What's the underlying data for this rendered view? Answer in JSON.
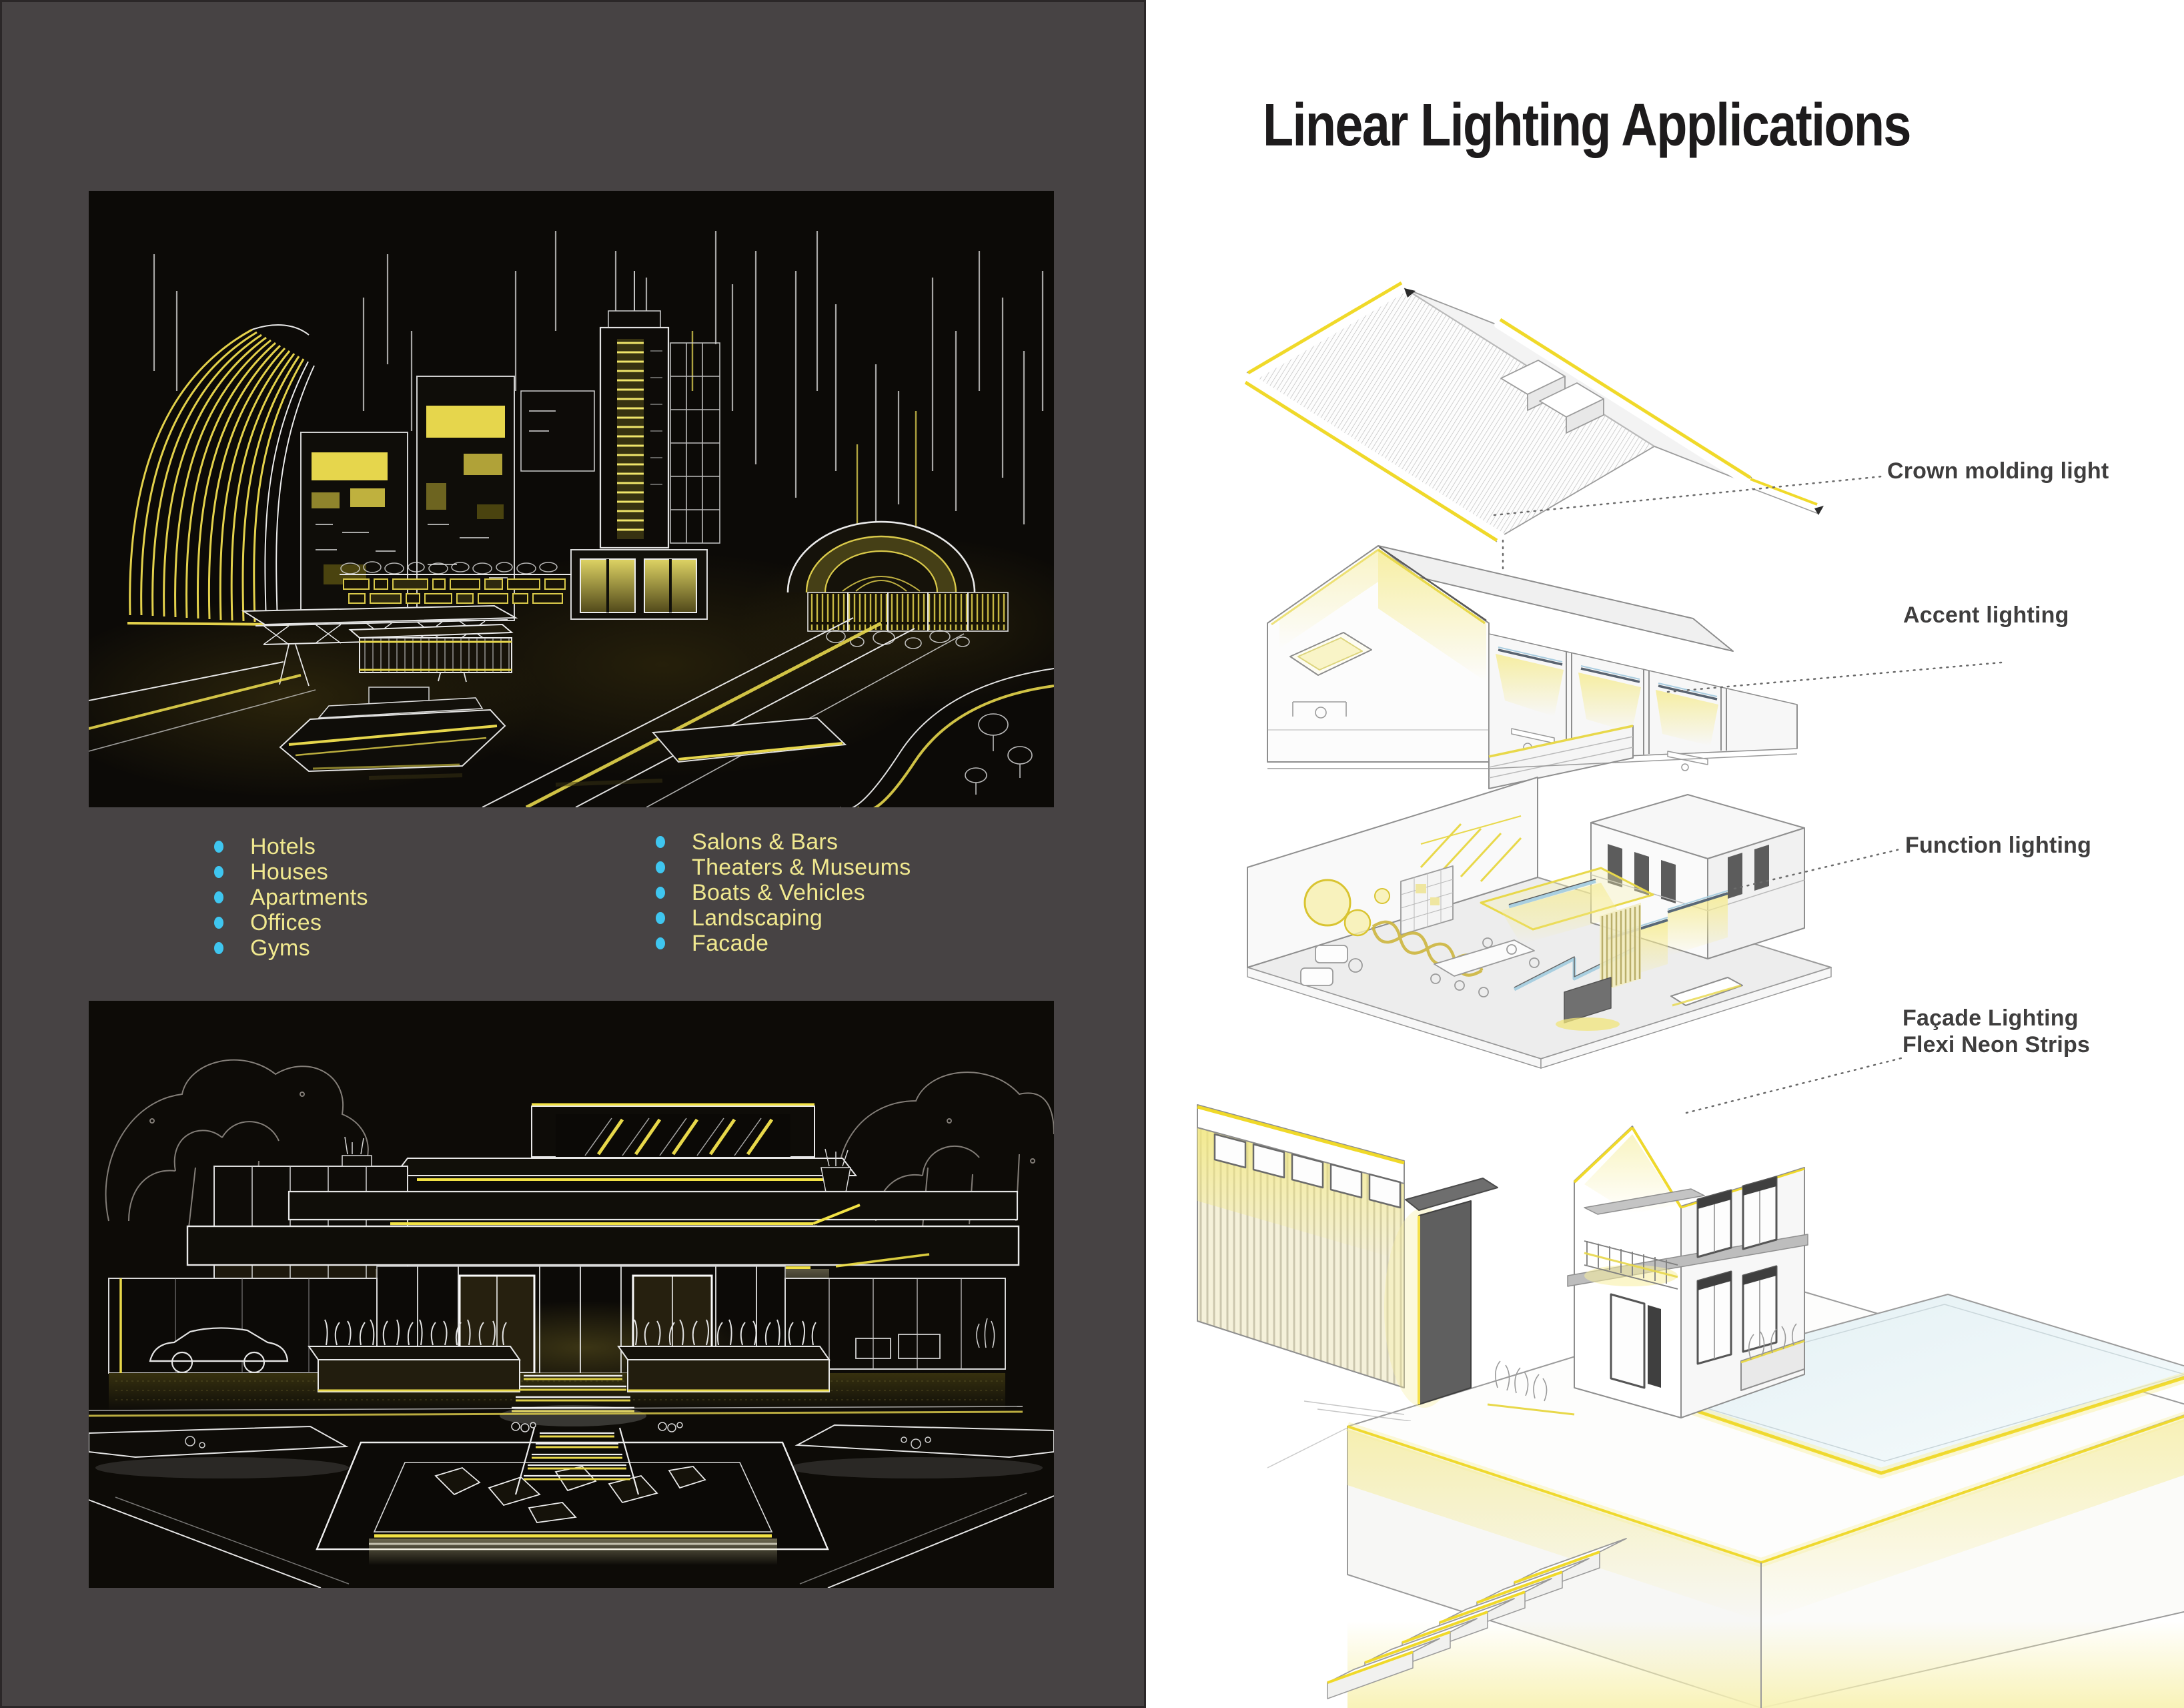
{
  "title": "Linear Lighting Applications",
  "applications": {
    "column1": [
      "Hotels",
      "Houses",
      "Apartments",
      "Offices",
      "Gyms"
    ],
    "column2": [
      "Salons & Bars",
      "Theaters & Museums",
      "Boats & Vehicles",
      "Landscaping",
      "Facade"
    ]
  },
  "labels": {
    "crown": "Crown molding light",
    "accent": "Accent lighting",
    "function": "Function lighting",
    "facade_line1": "Façade Lighting",
    "facade_line2": "Flexi Neon Strips"
  },
  "icons": {
    "list_bullet": "dot"
  },
  "colors": {
    "left_panel_bg": "#474344",
    "artwork_bg": "#0d0b07",
    "neon_yellow": "#efdf3e",
    "list_text": "#f0e88f",
    "bullet_cyan": "#3fc6f0",
    "title_text": "#1d1b1c",
    "label_text": "#3f3e3e",
    "diagram_line": "#8e8e8e",
    "diagram_light_yellow": "#f0d929",
    "pool_water": "#e9f3f6"
  }
}
